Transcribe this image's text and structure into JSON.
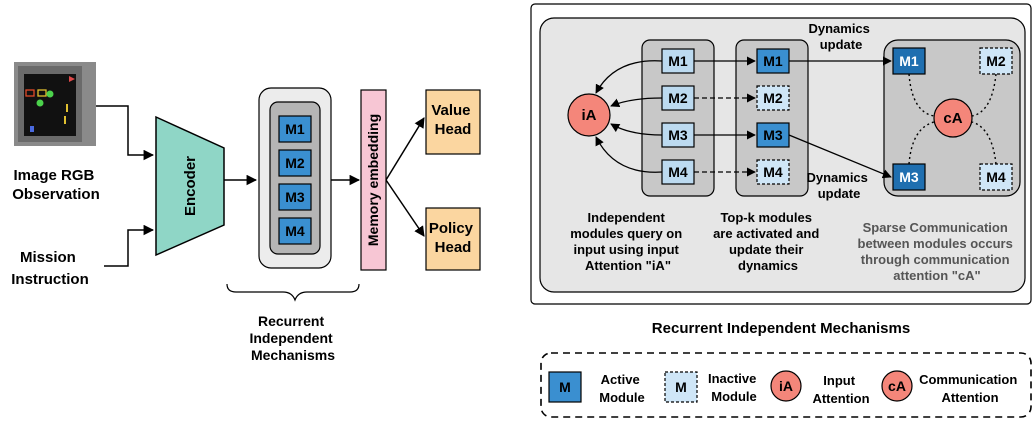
{
  "left": {
    "observation_label": [
      "Image RGB",
      "Observation"
    ],
    "instruction_label": [
      "Mission",
      "Instruction"
    ],
    "encoder_label": "Encoder",
    "rim_modules": [
      "M1",
      "M2",
      "M3",
      "M4"
    ],
    "rim_caption": [
      "Recurrent",
      "Independent",
      "Mechanisms"
    ],
    "memory_label": "Memory embedding",
    "value_head": [
      "Value",
      "Head"
    ],
    "policy_head": [
      "Policy",
      "Head"
    ]
  },
  "right": {
    "input_attention_label": "iA",
    "comm_attention_label": "cA",
    "query_modules": [
      "M1",
      "M2",
      "M3",
      "M4"
    ],
    "topk_modules": [
      "M1",
      "M2",
      "M3",
      "M4"
    ],
    "topk_active": [
      true,
      false,
      true,
      false
    ],
    "comm_modules": [
      "M1",
      "M2",
      "M3",
      "M4"
    ],
    "dynamics_update": [
      "Dynamics",
      "update"
    ],
    "caption_1": [
      "Independent",
      "modules query on",
      "input using input",
      "Attention \"iA\""
    ],
    "caption_2": [
      "Top-k modules",
      "are activated and",
      "update their",
      "dynamics"
    ],
    "caption_3": [
      "Sparse Communication",
      "between modules occurs",
      "through communication",
      "attention \"cA\""
    ],
    "panel_title": "Recurrent Independent Mechanisms"
  },
  "legend": {
    "active_symbol": "M",
    "active_label": [
      "Active",
      "Module"
    ],
    "inactive_symbol": "M",
    "inactive_label": [
      "Inactive",
      "Module"
    ],
    "input_symbol": "iA",
    "input_label": [
      "Input",
      "Attention"
    ],
    "comm_symbol": "cA",
    "comm_label": [
      "Communication",
      "Attention"
    ]
  },
  "colors": {
    "active_module": "#3a8fd0",
    "inactive_module": "#cfe6f7",
    "light_module": "#bcdaf0",
    "attention_circle": "#f4867a",
    "encoder": "#8fd6c6",
    "memory": "#f7c6d4",
    "head": "#fbd6a0",
    "panel_grey": "#e6e6e6",
    "column_grey": "#c8c8c8"
  }
}
